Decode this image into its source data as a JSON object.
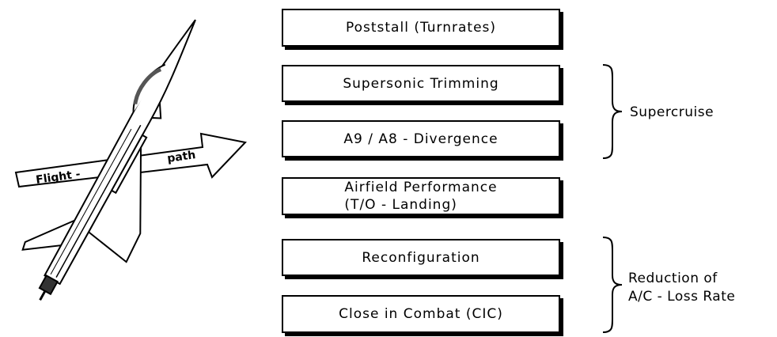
{
  "boxes": [
    {
      "label": "Poststall (Turnrates)"
    },
    {
      "label": "Supersonic Trimming"
    },
    {
      "label": "A9 / A8 - Divergence"
    },
    {
      "line1": "Airfield Performance",
      "line2": "(T/O - Landing)"
    },
    {
      "label": "Reconfiguration"
    },
    {
      "label": "Close in Combat (CIC)"
    }
  ],
  "groups": {
    "supercruise": {
      "label": "Supercruise"
    },
    "loss_rate": {
      "line1": "Reduction of",
      "line2": "A/C - Loss Rate"
    }
  },
  "flight_path": {
    "word1": "Flight -",
    "word2": "path"
  },
  "icons": [
    "fighter-jet-icon",
    "flight-path-arrow-icon",
    "curly-brace-icon"
  ]
}
